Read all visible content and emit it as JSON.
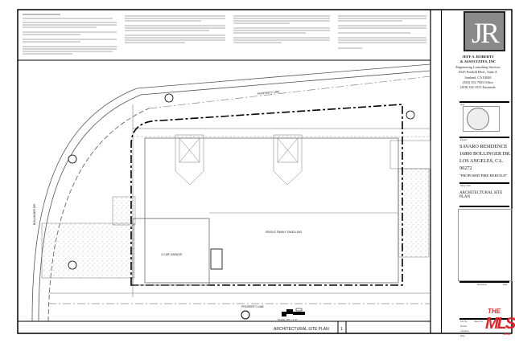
{
  "sheet": {
    "title": "ARCHITECTURAL SITE PLAN",
    "number": "1",
    "scale": "SCALE: 1/8\" = 1'-0\""
  },
  "drawing": {
    "dwelling_label": "SINGLE FAMILY DWELLING",
    "garage_label": "2-CAR GARAGE",
    "property_line_top": "PROPERTY LINE",
    "property_line_bottom": "PROPERTY LINE",
    "street_label": "BOLLINGER DR."
  },
  "title_block": {
    "logo": "JR",
    "firm_name_1": "JEFF A. ROBERTS",
    "firm_name_2": "& ASSOCIATES, INC",
    "firm_tagline": "Engineering Consulting Services",
    "address_1": "8325 Foothill Blvd., Suite A",
    "address_2": "Sunland, CA 91040",
    "phone": "(818) 352-7925 Office",
    "fax": "(818) 352-1513 Facsimile",
    "seal_label": "Seal",
    "project_label": "Project",
    "project_name": "SAVARO RESIDENCE",
    "project_address_1": "16800 BOLLINGER DR.",
    "project_address_2": "LOS ANGELES, CA.",
    "project_zip": "90272",
    "project_note": "\"PROPOSED FIRE REBUILD\"",
    "sheet_title_label": "Sheet Title",
    "sheet_title": "ARCHITECTURAL SITE PLAN",
    "revisions_label": "Revisions",
    "date_label": "Date",
    "job_no_label": "Job No.",
    "sheet_no_label": "Sheet No.",
    "drawn_label": "Drawn",
    "checked_label": "Checked",
    "date2_label": "Date"
  },
  "watermark": {
    "the": "THE",
    "mls": "MLS",
    "com": ".com",
    "color": "#d8262b"
  }
}
